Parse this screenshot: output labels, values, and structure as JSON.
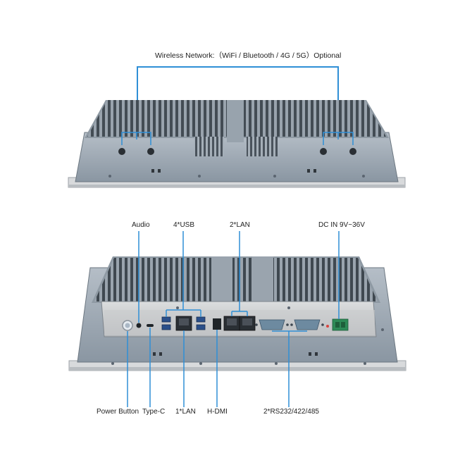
{
  "wireless_label": "Wireless Network:（WiFi / Bluetooth / 4G / 5G）Optional",
  "port_labels": {
    "audio": "Audio",
    "usb": "4*USB",
    "lan2": "2*LAN",
    "dc_in": "DC IN 9V~36V",
    "power_button": "Power Button",
    "type_c": "Type-C",
    "lan1": "1*LAN",
    "hdmi": "H-DMI",
    "rs232": "2*RS232/422/485"
  },
  "colors": {
    "callout": "#2f8fd6",
    "chassis": "#8c98a4",
    "chassis_dark": "#5d6873",
    "fin": "#4a535c",
    "io_plate": "#c9cbcd",
    "terminal": "#2e8b57"
  }
}
